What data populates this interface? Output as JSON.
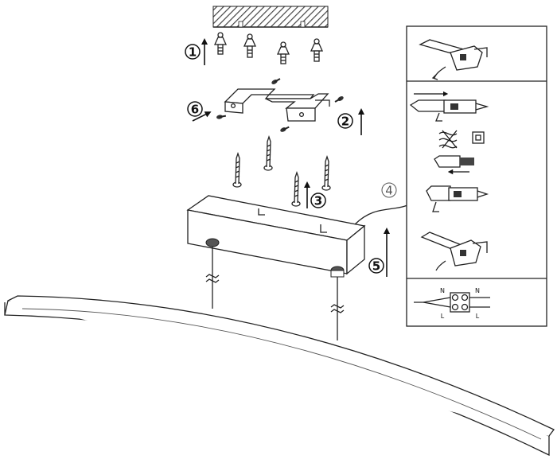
{
  "steps": [
    {
      "number": "1",
      "label": "1"
    },
    {
      "number": "2",
      "label": "2"
    },
    {
      "number": "3",
      "label": "3"
    },
    {
      "number": "4",
      "label": "4"
    },
    {
      "number": "5",
      "label": "5"
    },
    {
      "number": "6",
      "label": "6"
    }
  ],
  "wiring": {
    "terminal_top_left": "N",
    "terminal_top_right": "N",
    "terminal_bottom_left": "L",
    "terminal_bottom_right": "L"
  },
  "colors": {
    "ink": "#222222",
    "ceiling_hatch": "#444444",
    "background": "#ffffff"
  }
}
